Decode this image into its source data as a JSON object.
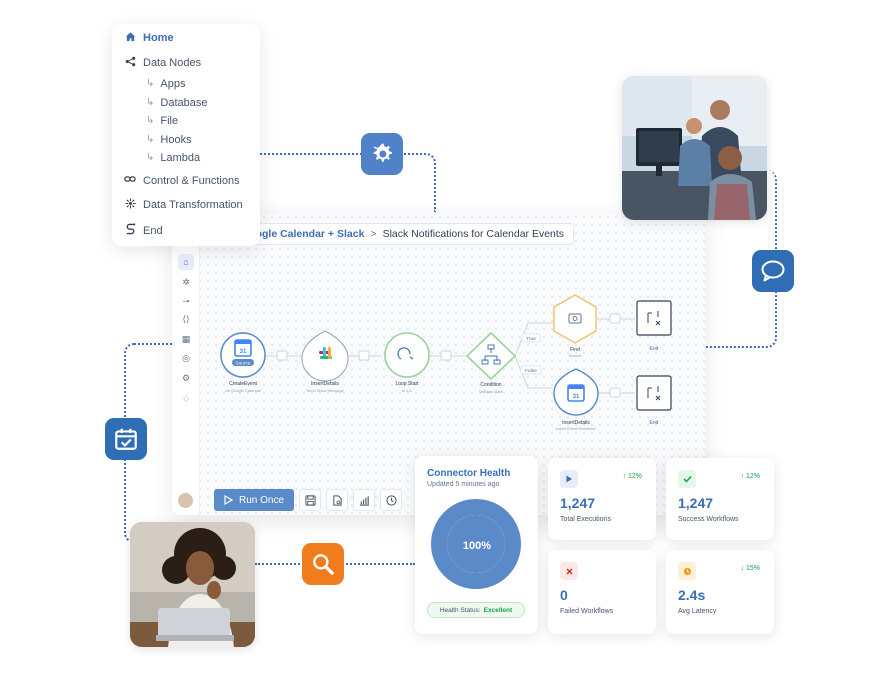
{
  "menu": {
    "items": [
      {
        "label": "Home",
        "icon": "home-icon",
        "active": true
      },
      {
        "label": "Data Nodes",
        "icon": "share-nodes-icon"
      },
      {
        "label": "Control & Functions",
        "icon": "link-icon"
      },
      {
        "label": "Data Transformation",
        "icon": "transform-icon"
      },
      {
        "label": "End",
        "icon": "end-route-icon"
      }
    ],
    "sub_items": [
      "Apps",
      "Database",
      "File",
      "Hooks",
      "Lambda"
    ]
  },
  "editor": {
    "breadcrumb": {
      "parent": "Google Calendar + Slack",
      "separator": ">",
      "current": "Slack Notifications for Calendar Events"
    },
    "nodes": [
      {
        "id": "source",
        "badge": "Source",
        "label": "CreateEvent",
        "sub": "via Google Calendar"
      },
      {
        "id": "slack",
        "label": "InsertDetails",
        "sub": "Send Slack Message"
      },
      {
        "id": "loop",
        "label": "Loop Start",
        "sub": "In 1/1"
      },
      {
        "id": "condition",
        "label": "Condition",
        "sub": "Validate Date"
      },
      {
        "id": "find",
        "label": "Find",
        "sub": "Search"
      },
      {
        "id": "insert",
        "label": "InsertDetails",
        "sub": "Insert Event Reminder"
      }
    ],
    "branches": {
      "true_label": "True",
      "false_label": "False"
    },
    "end_label": "End",
    "toolbar": {
      "run_label": "Run Once"
    }
  },
  "health": {
    "title": "Connector Health",
    "updated": "Updated 5 minutes ago",
    "percent": "100%",
    "percent_value": 100,
    "status_key": "Health Status:",
    "status_value": "Excellent"
  },
  "stats": [
    {
      "value": "1,247",
      "label": "Total Executions",
      "delta": "↑ 12%",
      "delta_color": "#16a34a",
      "icon": "play-icon",
      "icon_color": "#3b6fb3",
      "icon_bg": "#e6eef9"
    },
    {
      "value": "1,247",
      "label": "Success Workflows",
      "delta": "↑ 12%",
      "delta_color": "#16a34a",
      "icon": "check-icon",
      "icon_color": "#16a34a",
      "icon_bg": "#e5f6ea"
    },
    {
      "value": "0",
      "label": "Failed Workflows",
      "delta": "",
      "delta_color": "#16a34a",
      "icon": "x-icon",
      "icon_color": "#dc2626",
      "icon_bg": "#fde8e8"
    },
    {
      "value": "2.4s",
      "label": "Avg Latency",
      "delta": "↓ 15%",
      "delta_color": "#16a34a",
      "icon": "clock-icon",
      "icon_color": "#d97706",
      "icon_bg": "#fdf0d9"
    }
  ],
  "colors": {
    "primary": "#3b6fb3",
    "accent_orange": "#f07c1e",
    "success": "#16a34a",
    "donut": "#5b8ac9"
  }
}
